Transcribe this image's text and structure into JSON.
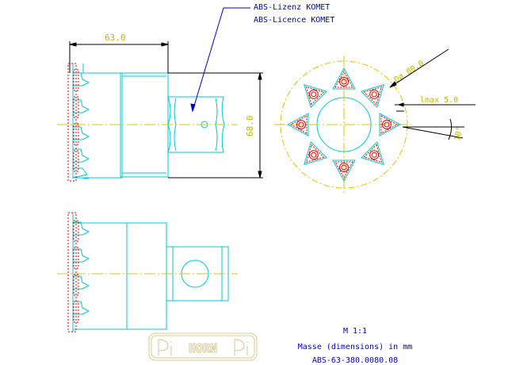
{
  "annotation": {
    "line1": "ABS-Lizenz KOMET",
    "line2": "ABS-Licence KOMET"
  },
  "dimensions": {
    "length": "63.0",
    "height": "68.0",
    "diameter": "Dø 80.0",
    "lmax": "lmax 5.0",
    "angle": "10°"
  },
  "title_block": {
    "scale": "M 1:1",
    "units": "Masse (dimensions) in mm",
    "part_number": "ABS-63-380.0080.08"
  },
  "logo": {
    "text": "HORN"
  },
  "colors": {
    "outline": "#00c8d0",
    "dimension": "#000000",
    "centerline": "#d8c800",
    "insert": "#e00000",
    "annotation": "#0000c0",
    "text_yellow": "#c8b400",
    "logo": "#d8c890"
  }
}
